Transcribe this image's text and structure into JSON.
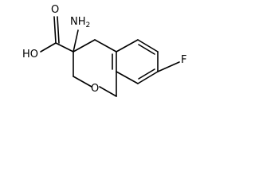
{
  "molecule": {
    "atoms": {
      "amine": "NH",
      "amine_sub": "2",
      "hydroxyl": "HO",
      "carbonyl_oxygen": "O",
      "ring_oxygen": "O",
      "fluorine": "F"
    }
  }
}
